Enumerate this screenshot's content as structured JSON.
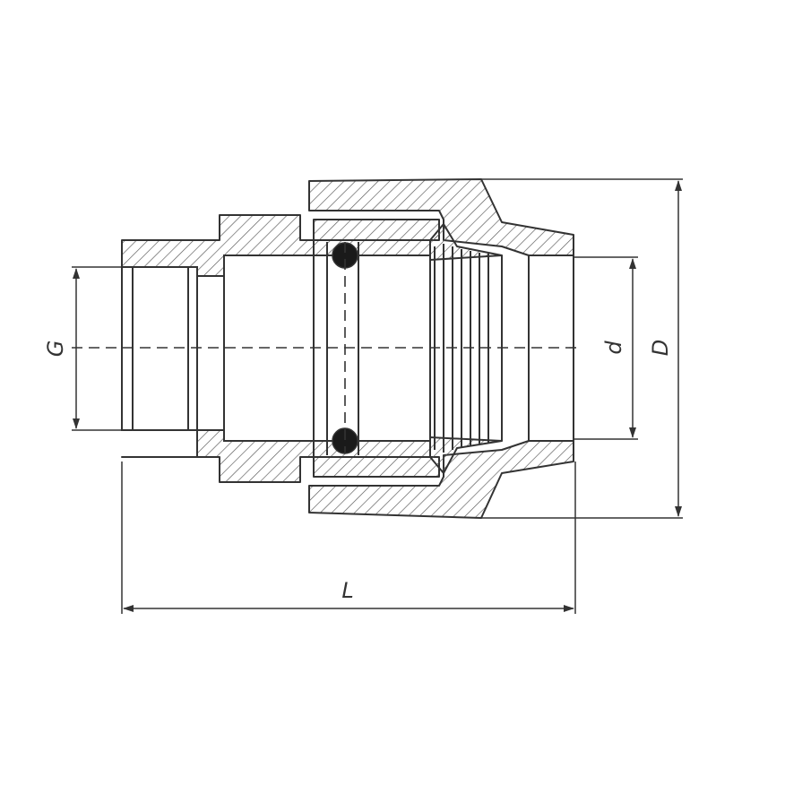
{
  "dimensions": {
    "G": "G",
    "d": "d",
    "D": "D",
    "L": "L"
  },
  "colors": {
    "line": "#333333",
    "hatch": "#555555",
    "seal": "#1a1a1a"
  }
}
